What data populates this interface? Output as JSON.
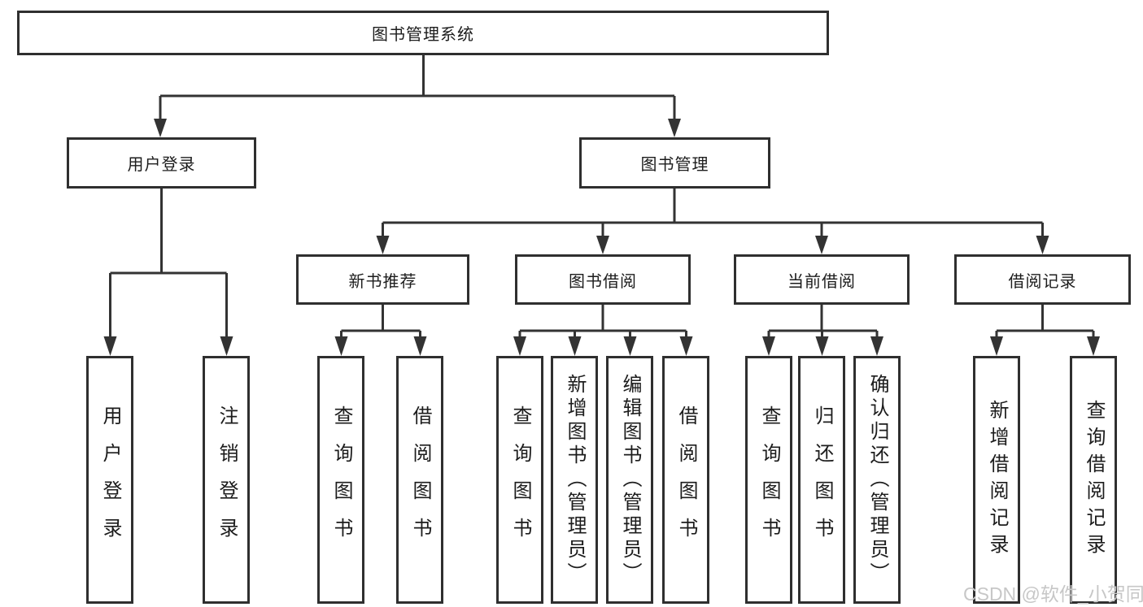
{
  "diagram": {
    "title": "图书管理系统",
    "root": {
      "label": "图书管理系统"
    },
    "level2": {
      "user_login": {
        "label": "用户登录"
      },
      "book_management": {
        "label": "图书管理"
      }
    },
    "level3": {
      "new_book_recommend": {
        "label": "新书推荐"
      },
      "book_borrow": {
        "label": "图书借阅"
      },
      "current_borrow": {
        "label": "当前借阅"
      },
      "borrow_records": {
        "label": "借阅记录"
      }
    },
    "leaves": {
      "user_login": [
        "用户登录",
        "注销登录"
      ],
      "new_book_recommend": [
        "查询图书",
        "借阅图书"
      ],
      "book_borrow": [
        "查询图书",
        "新增图书（管理员）",
        "编辑图书（管理员）",
        "借阅图书"
      ],
      "current_borrow": [
        "查询图书",
        "归还图书",
        "确认归还（管理员）"
      ],
      "borrow_records": [
        "新增借阅记录",
        "查询借阅记录"
      ]
    }
  },
  "watermark": {
    "text": "CSDN @软件_小贺同学"
  },
  "colors": {
    "line": "#333333",
    "box_border": "#2f2f2f",
    "text": "#1c1c1c",
    "watermark": "#c7c7c7",
    "background": "#ffffff"
  }
}
